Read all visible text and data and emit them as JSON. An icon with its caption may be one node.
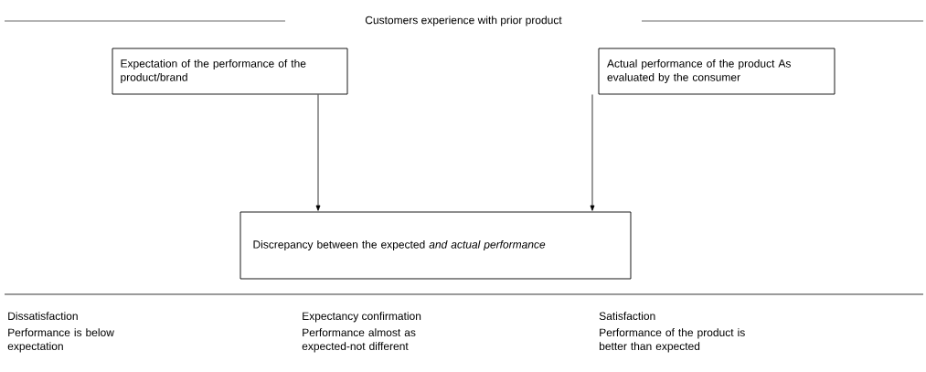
{
  "diagram": {
    "nodes": [
      {
        "text": [
          "Expectation of the performance of the product/brand"
        ]
      },
      {
        "text": [
          "Actual performance of the product As evaluated by the consumer"
        ]
      },
      {
        "text": [
          "Discrepancy between the expected *and actual performance*"
        ]
      }
    ],
    "edges": [
      {
        "from": 0,
        "to": 2,
        "arrow": "to"
      },
      {
        "from": 1,
        "to": 2,
        "arrow": "to"
      }
    ],
    "labels": [
      "Customers experience with prior product",
      "Dissatisfaction",
      "Performance is below expectation",
      "Expectancy confirmation",
      "Performance almost as expected-not different",
      "Satisfaction",
      "Performance of the product is better than expected"
    ]
  }
}
